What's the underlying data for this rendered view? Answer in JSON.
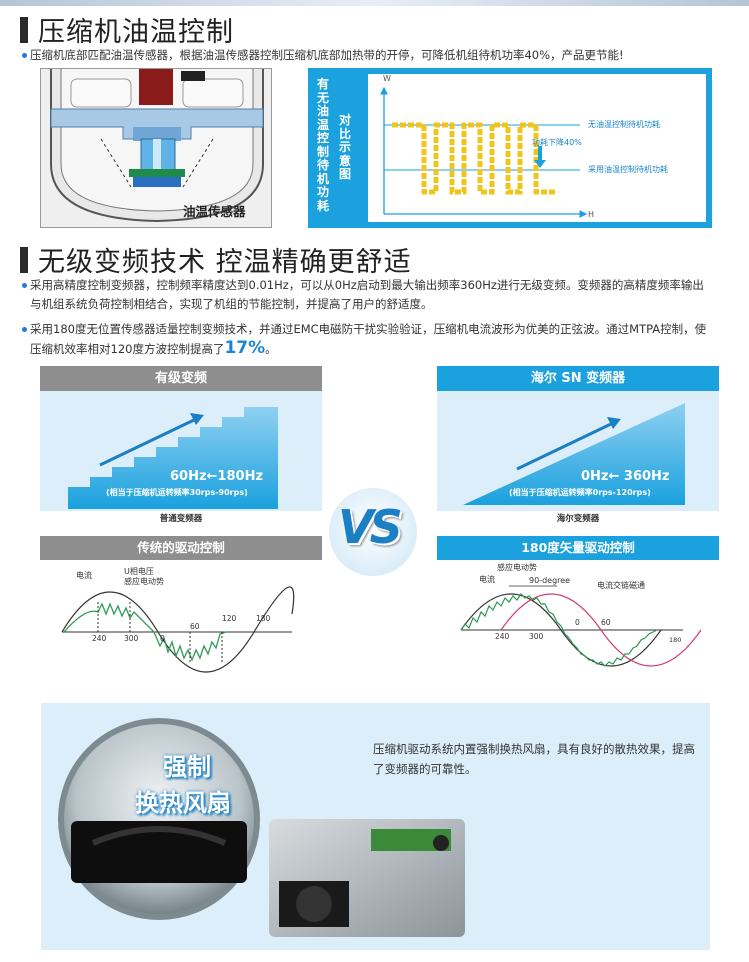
{
  "section1": {
    "title": "压缩机油温控制",
    "bullet": "压缩机底部匹配油温传感器，根据油温传感器控制压缩机底部加热带的开停，可降低机组待机功率40%，产品更节能!",
    "sensor_label": "油温传感器",
    "chart": {
      "vertical_title_1": "有无油温控制待机功耗",
      "vertical_title_2": "对比示意图",
      "y_axis": "W",
      "x_axis": "H",
      "label_without": "无油温控制待机功耗",
      "label_drop": "功耗下降40%",
      "label_with": "采用油温控制待机功耗"
    }
  },
  "section2": {
    "title": "无级变频技术  控温精确更舒适",
    "bullet1": "采用高精度控制变频器，控制频率精度达到0.01Hz，可以从0Hz启动到最大输出频率360Hz进行无级变频。变频器的高精度频率输出与机组系统负荷控制相结合，实现了机组的节能控制，并提高了用户的舒适度。",
    "bullet2_pre": "采用180度无位置传感器适量控制变频技术，并通过EMC电磁防干扰实验验证，压缩机电流波形为优美的正弦波。通过MTPA控制，使压缩机效率相对120度方波控制提高了",
    "bullet2_highlight": "17%",
    "bullet2_post": "。"
  },
  "left_panel": {
    "header": "有级变频",
    "freq_text": "60Hz←180Hz",
    "freq_sub": "(相当于压缩机运转频率30rps-90rps)",
    "caption": "普通变频器",
    "header2": "传统的驱动控制",
    "label_current": "电流",
    "label_voltage_1": "U相电压",
    "label_voltage_2": "感应电动势",
    "ticks": [
      "240",
      "300",
      "0",
      "60",
      "120",
      "180"
    ]
  },
  "right_panel": {
    "header": "海尔 SN 变频器",
    "freq_text": "0Hz← 360Hz",
    "freq_sub": "(相当于压缩机运转频率0rps-120rps)",
    "caption": "海尔变频器",
    "header2": "180度矢量驱动控制",
    "label_emf": "感应电动势",
    "label_current": "电流",
    "label_deg": "90-degree",
    "label_flux": "电流交链磁通",
    "ticks": [
      "240",
      "300",
      "0",
      "60",
      "180"
    ]
  },
  "vs_label": "VS",
  "bottom": {
    "fan_text_1": "强制",
    "fan_text_2": "换热风扇",
    "desc": "压缩机驱动系统内置强制换热风扇，具有良好的散热效果，提高了变频器的可靠性。"
  },
  "colors": {
    "blue": "#1aa1de",
    "gray_header": "#8e8e8e",
    "wave_yellow": "#f2c417",
    "highlight": "#1b86d8"
  }
}
